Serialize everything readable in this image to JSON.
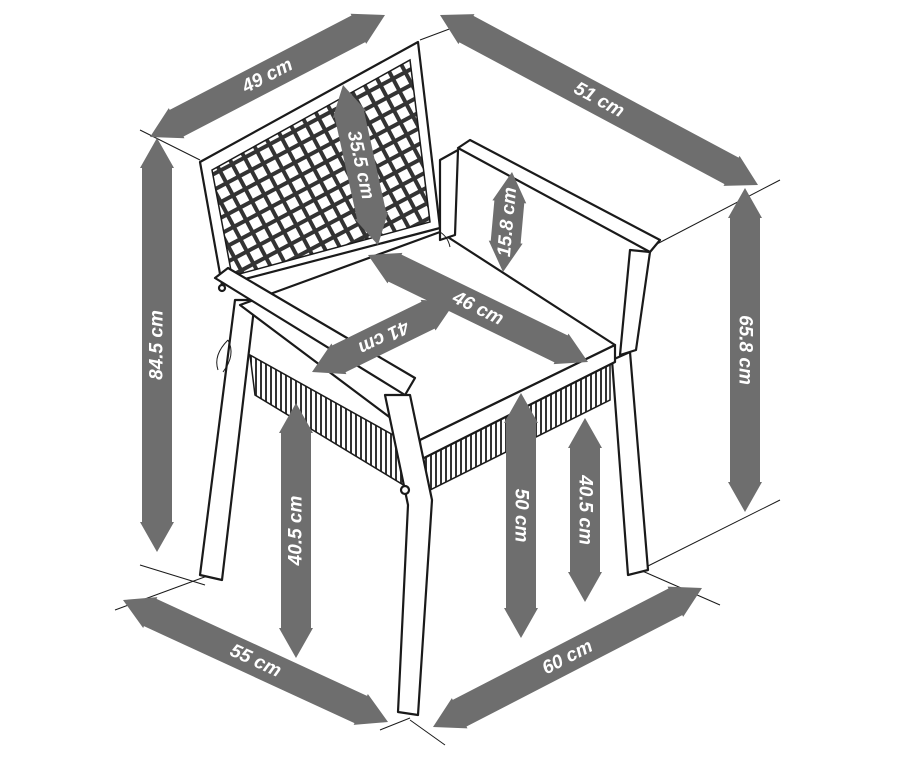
{
  "diagram": {
    "subject": "chair-icon",
    "arrow_color": "#6e6e6e",
    "dimensions": {
      "back_width": "49 cm",
      "depth_top": "51 cm",
      "backrest_height": "35.5 cm",
      "armrest_height_above_seat": "15.8 cm",
      "seat_width": "46 cm",
      "seat_depth": "41 cm",
      "total_height": "84.5 cm",
      "armrest_height": "65.8 cm",
      "leg_height_left": "40.5 cm",
      "seat_height": "50 cm",
      "leg_height_right": "40.5 cm",
      "width_bottom": "55 cm",
      "depth_bottom": "60 cm"
    }
  }
}
